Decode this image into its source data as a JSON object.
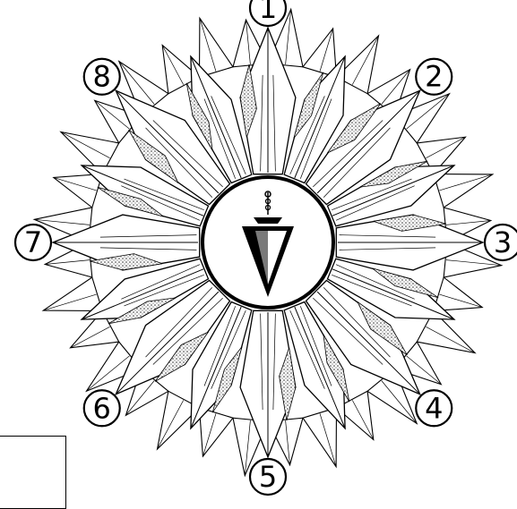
{
  "labels": [
    "1",
    "2",
    "3",
    "4",
    "5",
    "6",
    "7",
    "8"
  ],
  "colors": {
    "line": "#000000",
    "paper": "#ffffff",
    "shade": "#8a8a8a"
  },
  "center_icon": "pendulum-icon"
}
